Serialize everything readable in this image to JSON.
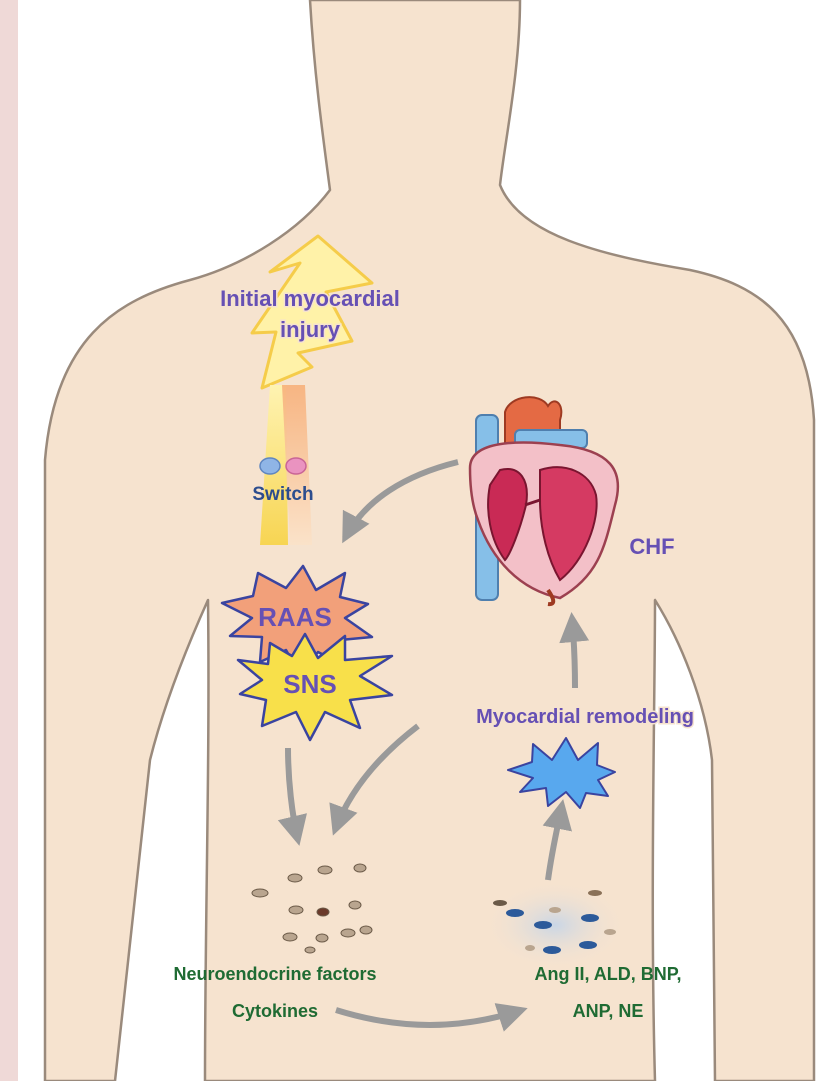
{
  "labels": {
    "injury_line1": "Initial myocardial",
    "injury_line2": "injury",
    "switch": "Switch",
    "raas": "RAAS",
    "sns": "SNS",
    "chf": "CHF",
    "remodeling": "Myocardial remodeling",
    "neuro_line1": "Neuroendocrine factors",
    "neuro_line2": "Cytokines",
    "ang_line1": "Ang II, ALD, BNP,",
    "ang_line2": "ANP, NE"
  },
  "icons": [
    "lightning-icon",
    "heart-icon",
    "burst-icon",
    "molecule-icon",
    "switch-icon"
  ],
  "colors": {
    "body_skin": "#f6e3cf",
    "body_outline": "#9a8a7c",
    "label_purple": "#6650b4",
    "label_blue": "#2c4d8e",
    "label_green": "#1f6b33",
    "raas_fill": "#f2a07a",
    "sns_fill": "#f8e04a",
    "burst_fill": "#58a8ee",
    "burst_outline": "#3a44a0",
    "arrow_gray": "#9a9a9a",
    "lightning": "#f5cc4a"
  }
}
